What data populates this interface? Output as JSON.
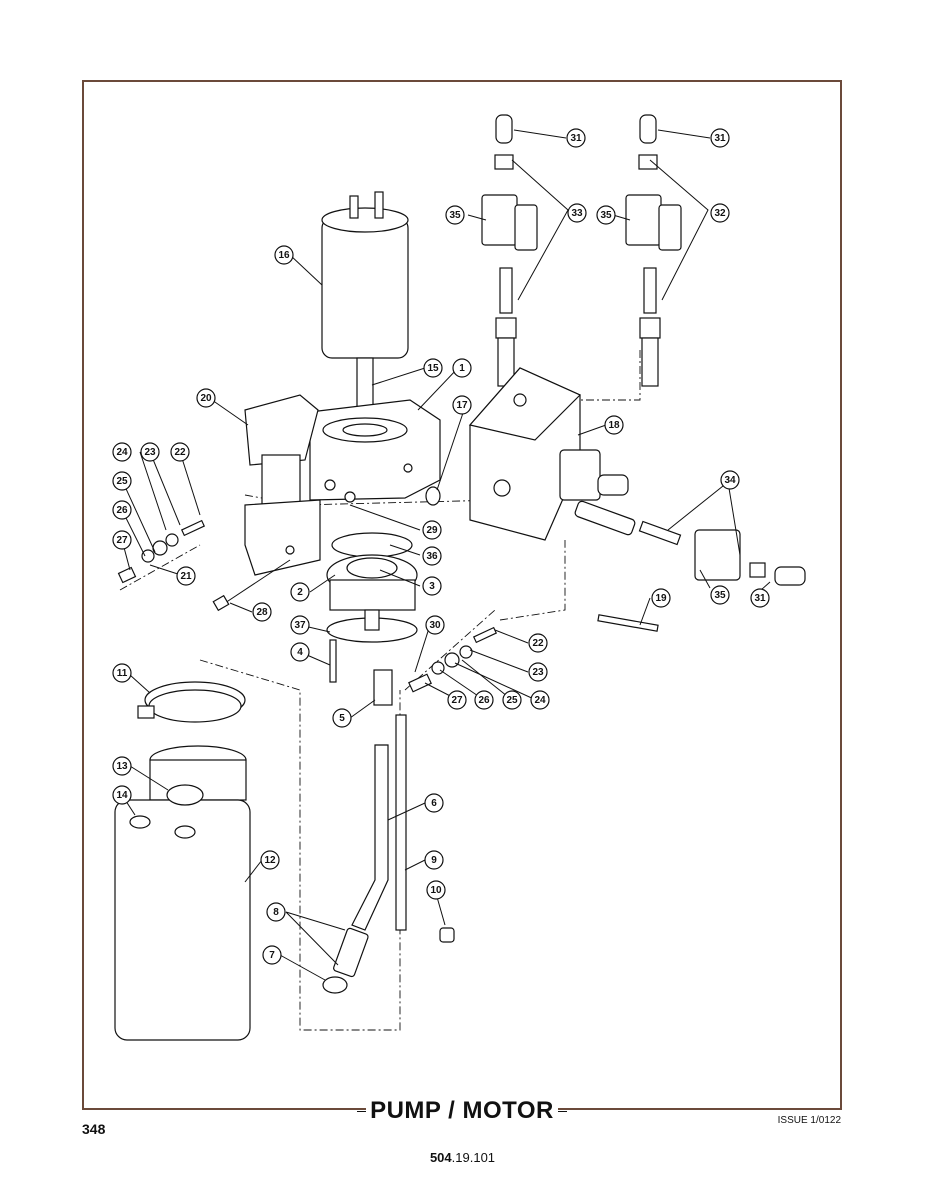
{
  "page": {
    "title": "PUMP / MOTOR",
    "page_number": "348",
    "issue": "ISSUE 1/0122",
    "doc_number_bold": "504",
    "doc_number_rest": ".19.101"
  },
  "callouts": [
    "1",
    "2",
    "3",
    "4",
    "5",
    "6",
    "7",
    "8",
    "9",
    "10",
    "11",
    "12",
    "13",
    "14",
    "15",
    "16",
    "17",
    "18",
    "19",
    "20",
    "21",
    "22",
    "23",
    "24",
    "25",
    "26",
    "27",
    "28",
    "29",
    "30",
    "31",
    "32",
    "33",
    "34",
    "35",
    "36",
    "37"
  ]
}
